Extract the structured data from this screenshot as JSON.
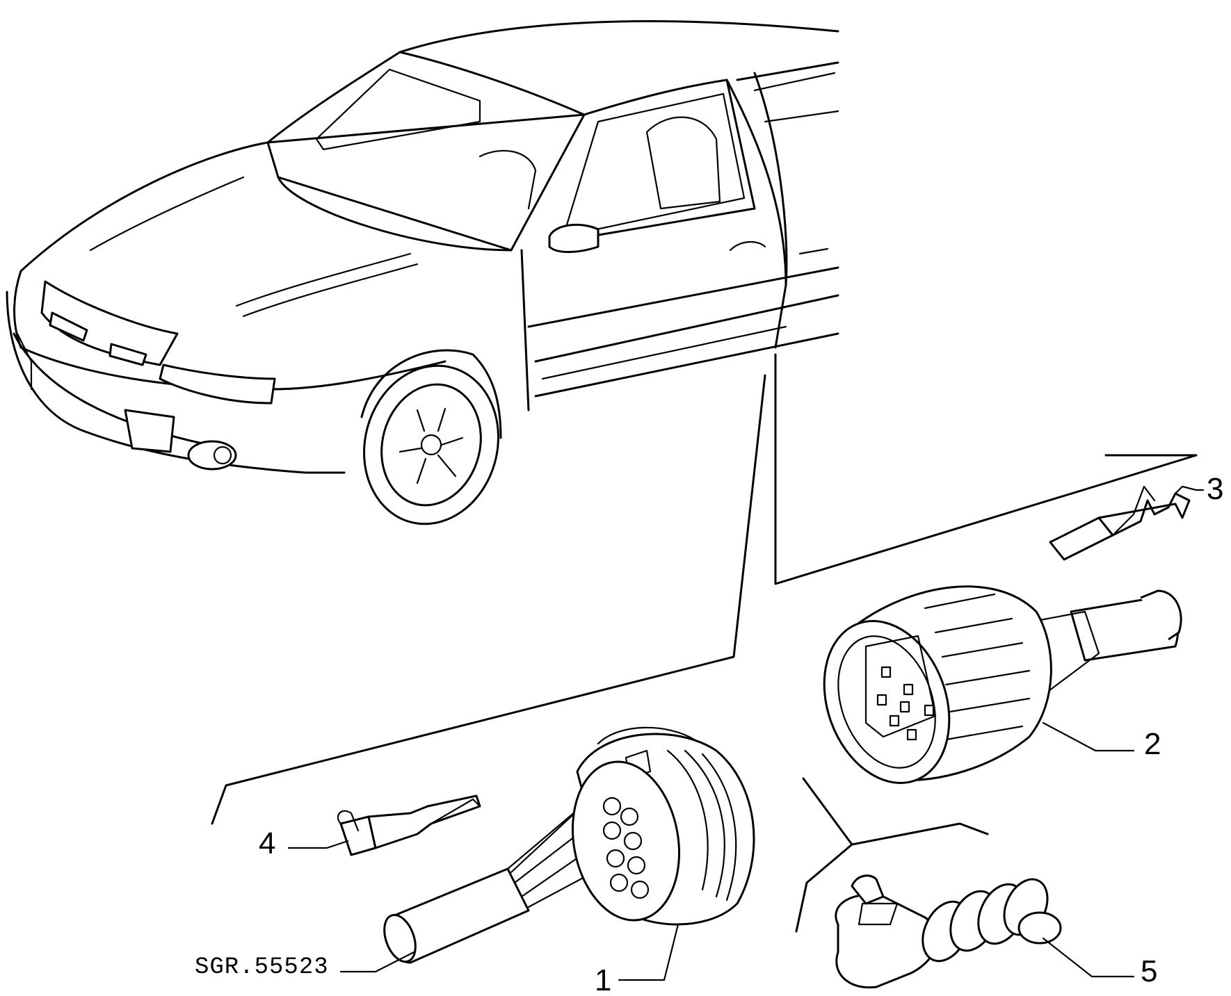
{
  "diagram": {
    "reference_code": "SGR.55523",
    "callouts": [
      {
        "number": "1",
        "part": "connector-with-cable-bundle"
      },
      {
        "number": "2",
        "part": "round-multipin-connector"
      },
      {
        "number": "3",
        "part": "female-terminal"
      },
      {
        "number": "4",
        "part": "male-terminal"
      },
      {
        "number": "5",
        "part": "cable-seal-grommet"
      }
    ]
  }
}
